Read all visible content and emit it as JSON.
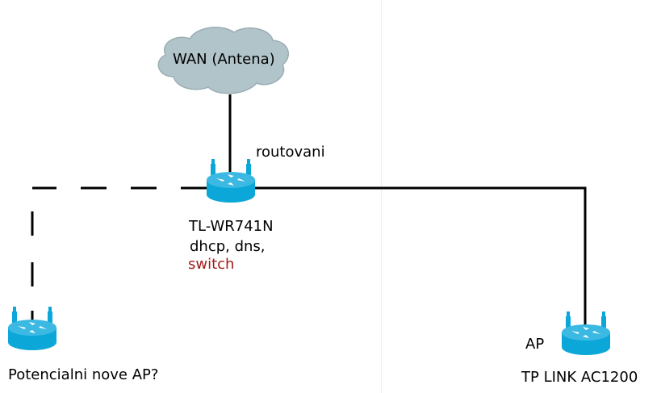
{
  "diagram": {
    "title": "",
    "colors": {
      "router_fill": "#0aa7d8",
      "router_top": "#3bb9e2",
      "cloud_fill": "#b1c4c9",
      "cloud_stroke": "#9aaeb4",
      "line": "#000000",
      "accent_red": "#a11b1b"
    },
    "nodes": {
      "wan": {
        "label": "WAN (Antena)",
        "type": "cloud"
      },
      "main_router": {
        "label": "TL-WR741N",
        "notes": "dhcp, dns,",
        "notes_highlight": "switch",
        "link_label": "routovani",
        "type": "router"
      },
      "potential_ap": {
        "label": "Potencialni nove AP?",
        "type": "router"
      },
      "ap": {
        "role_label": "AP",
        "label": "TP LINK AC1200",
        "type": "router"
      }
    },
    "edges": [
      {
        "from": "wan",
        "to": "main_router",
        "style": "solid"
      },
      {
        "from": "main_router",
        "to": "ap",
        "style": "solid"
      },
      {
        "from": "main_router",
        "to": "potential_ap",
        "style": "dashed"
      }
    ]
  }
}
